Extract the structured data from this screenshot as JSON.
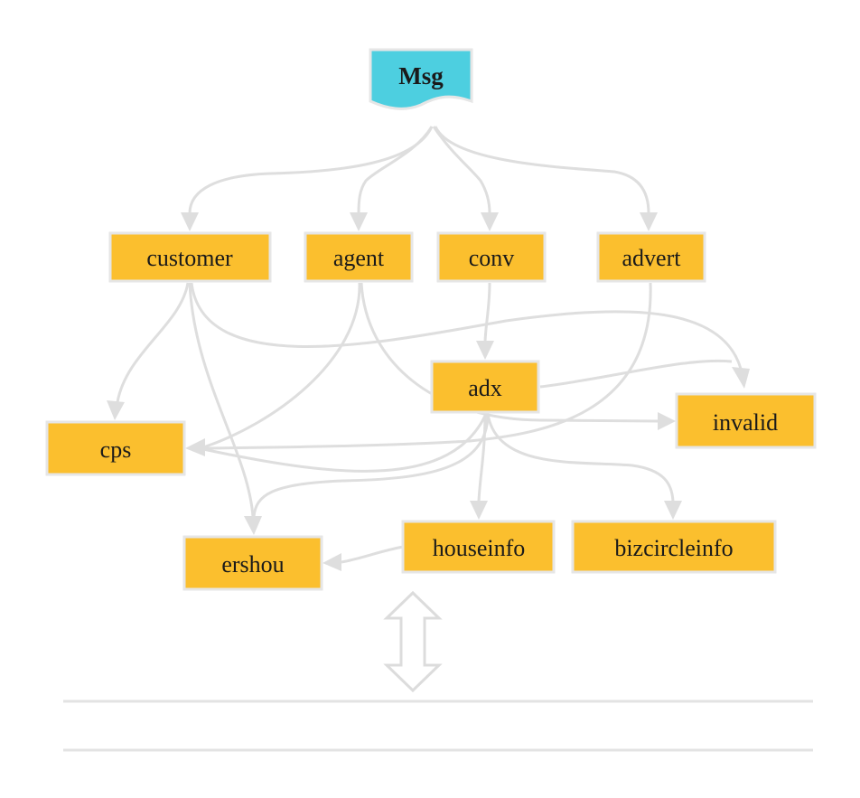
{
  "diagram": {
    "root": {
      "label": "Msg"
    },
    "nodes": {
      "customer": "customer",
      "agent": "agent",
      "conv": "conv",
      "advert": "advert",
      "adx": "adx",
      "invalid": "invalid",
      "cps": "cps",
      "ershou": "ershou",
      "houseinfo": "houseinfo",
      "bizcircleinfo": "bizcircleinfo"
    },
    "edges": [
      {
        "from": "Msg",
        "to": "customer"
      },
      {
        "from": "Msg",
        "to": "agent"
      },
      {
        "from": "Msg",
        "to": "conv"
      },
      {
        "from": "Msg",
        "to": "advert"
      },
      {
        "from": "customer",
        "to": "cps"
      },
      {
        "from": "customer",
        "to": "ershou"
      },
      {
        "from": "customer",
        "to": "invalid"
      },
      {
        "from": "agent",
        "to": "cps"
      },
      {
        "from": "agent",
        "to": "invalid"
      },
      {
        "from": "conv",
        "to": "adx"
      },
      {
        "from": "advert",
        "to": "cps"
      },
      {
        "from": "adx",
        "to": "invalid"
      },
      {
        "from": "adx",
        "to": "cps"
      },
      {
        "from": "adx",
        "to": "ershou"
      },
      {
        "from": "adx",
        "to": "houseinfo"
      },
      {
        "from": "adx",
        "to": "bizcircleinfo"
      },
      {
        "from": "houseinfo",
        "to": "ershou"
      }
    ],
    "colors": {
      "root_fill": "#4dcfe0",
      "node_fill": "#fbbf2e",
      "edge": "#dedede"
    }
  }
}
